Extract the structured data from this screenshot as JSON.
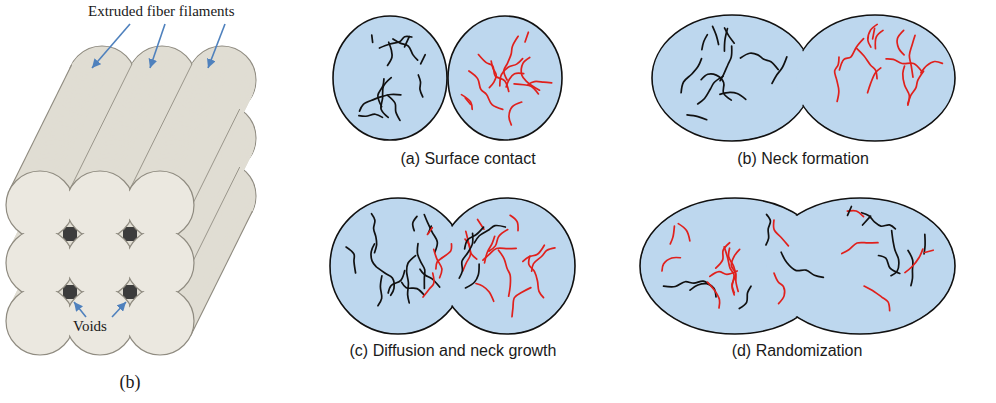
{
  "diagram": {
    "labels": [
      "Extruded fiber filaments",
      "Voids",
      "(b)",
      "(a) Surface contact",
      "(b) Neck formation",
      "(c) Diffusion and neck growth",
      "(d) Randomization"
    ]
  }
}
